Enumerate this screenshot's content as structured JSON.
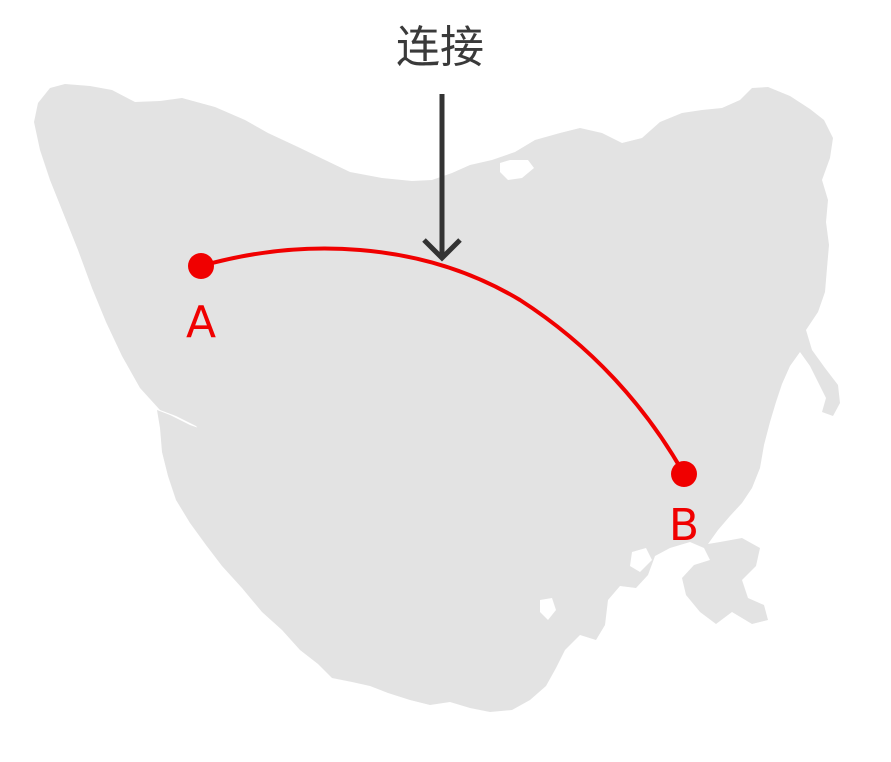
{
  "diagram": {
    "caption": "连接",
    "points": [
      {
        "id": "a",
        "label": "A"
      },
      {
        "id": "b",
        "label": "B"
      }
    ],
    "colors": {
      "landmass": "#e3e3e3",
      "connection": "#f00000",
      "caption": "#3a3a3a",
      "arrow": "#333333"
    }
  }
}
